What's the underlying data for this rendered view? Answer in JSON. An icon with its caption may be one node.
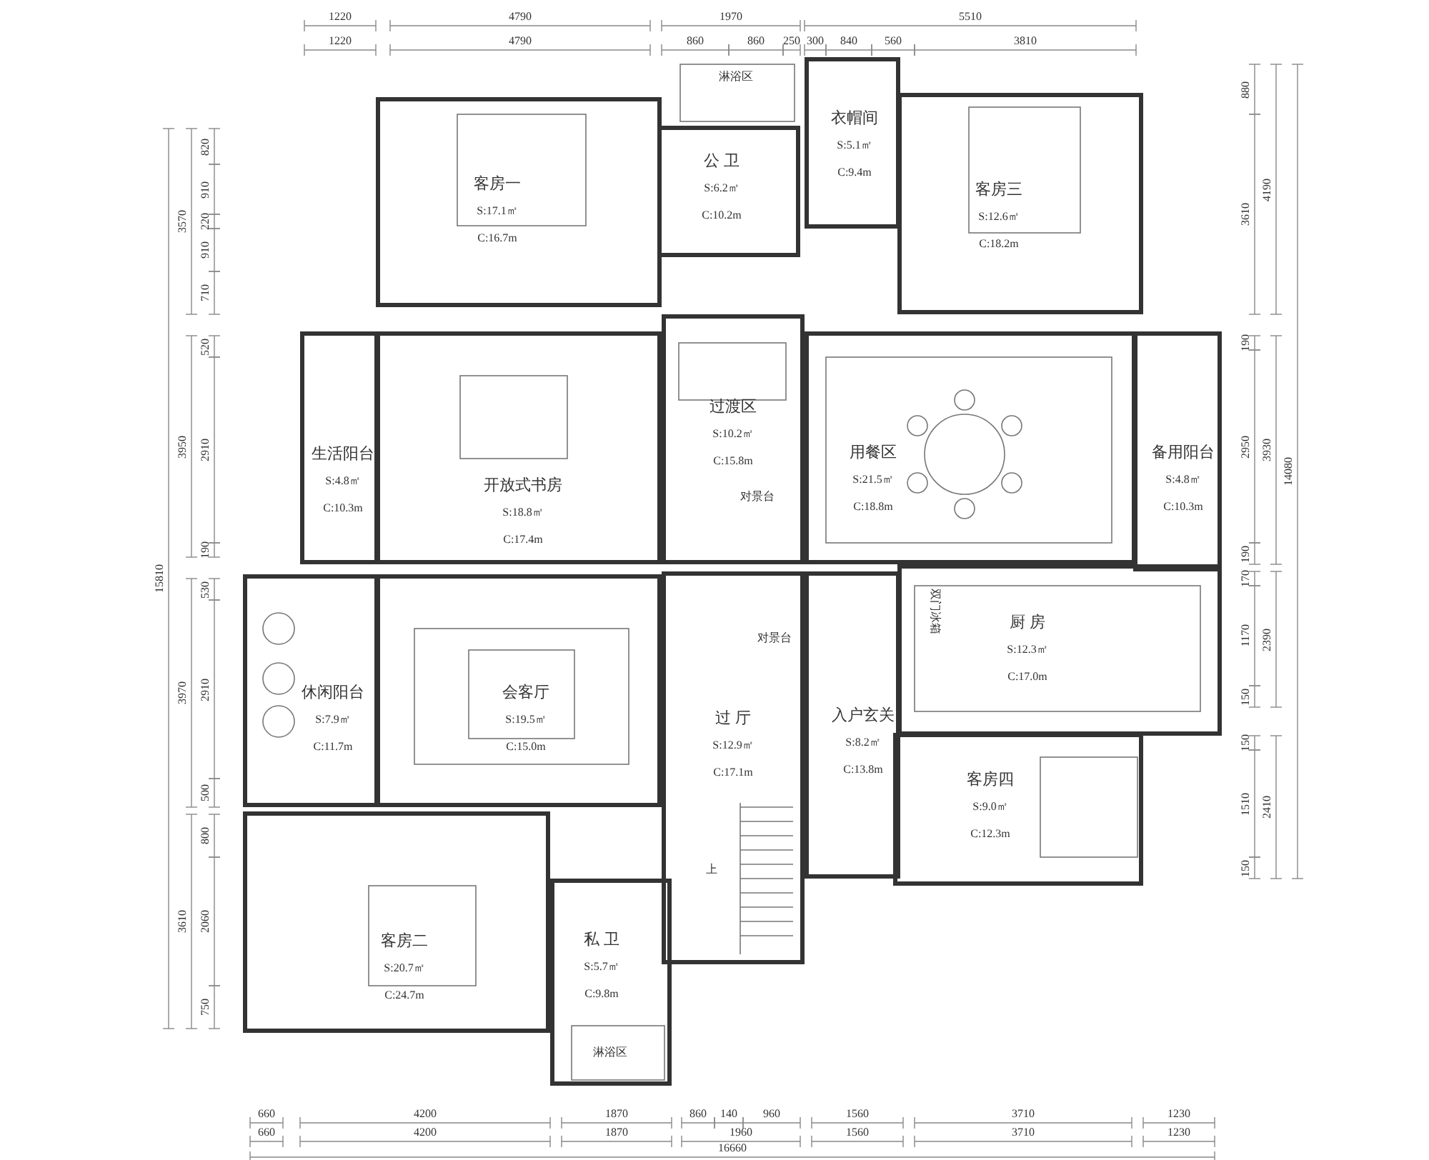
{
  "diagram": {
    "nodes": [
      {
        "text": [
          "客房一",
          "S:17.1㎡",
          "C:16.7m"
        ]
      },
      {
        "text": [
          "公 卫",
          "S:6.2㎡",
          "C:10.2m"
        ]
      },
      {
        "text": [
          "衣帽间",
          "S:5.1㎡",
          "C:9.4m"
        ]
      },
      {
        "text": [
          "客房三",
          "S:12.6㎡",
          "C:18.2m"
        ]
      },
      {
        "text": [
          "生活阳台",
          "S:4.8㎡",
          "C:10.3m"
        ]
      },
      {
        "text": [
          "开放式书房",
          "S:18.8㎡",
          "C:17.4m"
        ]
      },
      {
        "text": [
          "过渡区",
          "S:10.2㎡",
          "C:15.8m"
        ]
      },
      {
        "text": [
          "用餐区",
          "S:21.5㎡",
          "C:18.8m"
        ]
      },
      {
        "text": [
          "备用阳台",
          "S:4.8㎡",
          "C:10.3m"
        ]
      },
      {
        "text": [
          "厨 房",
          "S:12.3㎡",
          "C:17.0m"
        ]
      },
      {
        "text": [
          "休闲阳台",
          "S:7.9㎡",
          "C:11.7m"
        ]
      },
      {
        "text": [
          "会客厅",
          "S:19.5㎡",
          "C:15.0m"
        ]
      },
      {
        "text": [
          "过 厅",
          "S:12.9㎡",
          "C:17.1m"
        ]
      },
      {
        "text": [
          "入户玄关",
          "S:8.2㎡",
          "C:13.8m"
        ]
      },
      {
        "text": [
          "客房四",
          "S:9.0㎡",
          "C:12.3m"
        ]
      },
      {
        "text": [
          "客房二",
          "S:20.7㎡",
          "C:24.7m"
        ]
      },
      {
        "text": [
          "私 卫",
          "S:5.7㎡",
          "C:9.8m"
        ]
      }
    ],
    "labels": [
      "1220",
      "4790",
      "1970",
      "5510",
      "1220",
      "4790",
      "860",
      "860",
      "250",
      "300",
      "840",
      "560",
      "3810",
      "660",
      "4200",
      "1870",
      "860",
      "140",
      "960",
      "1560",
      "3710",
      "1230",
      "660",
      "4200",
      "1870",
      "1960",
      "1560",
      "3710",
      "1230",
      "16660",
      "15810",
      "3570",
      "3950",
      "3970",
      "3610",
      "820",
      "910",
      "220",
      "910",
      "710",
      "520",
      "2910",
      "190",
      "530",
      "2910",
      "500",
      "800",
      "2060",
      "750",
      "880",
      "3610",
      "190",
      "2950",
      "190",
      "170",
      "1170",
      "150",
      "150",
      "1510",
      "150",
      "4190",
      "3930",
      "2390",
      "2410",
      "14080",
      "淋浴区",
      "对景台",
      "对景台",
      "双门冰箱",
      "上",
      "淋浴区"
    ]
  }
}
